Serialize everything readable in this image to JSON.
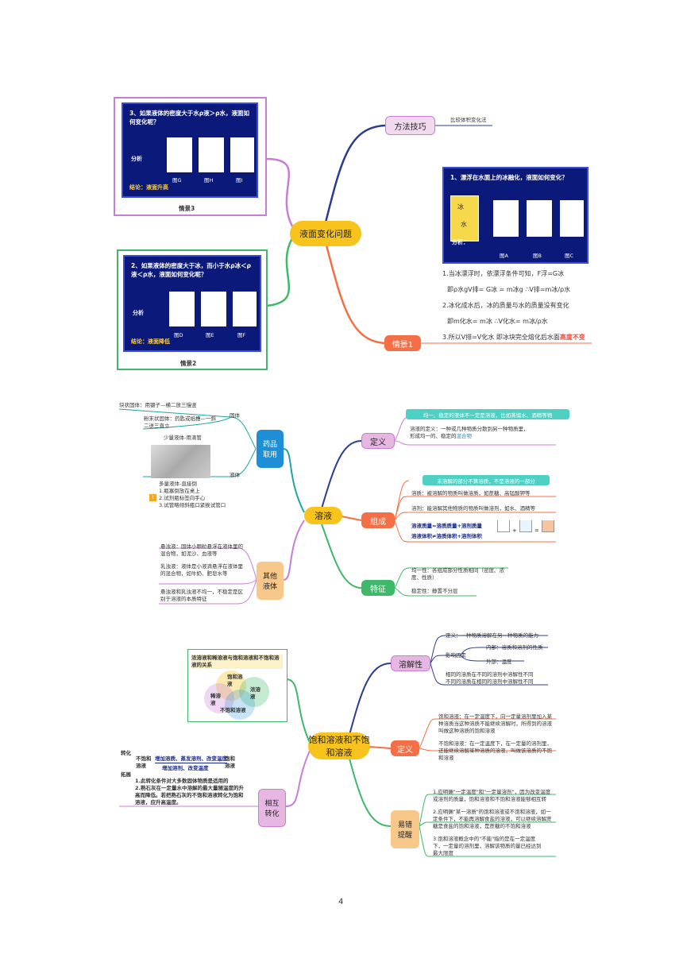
{
  "page_number": "4",
  "s1": {
    "center": "液面变化问题",
    "method": {
      "label": "方法技巧",
      "leaf": "比较体积变化法"
    },
    "scene1": {
      "label": "情景1",
      "slide_q": "1、漂浮在水面上的冰融化，液面如何变化？",
      "slide_ice": "冰",
      "slide_water": "水",
      "slide_fx": "分析：",
      "figs": [
        "图A",
        "图B",
        "图C"
      ],
      "lines": [
        "1.当冰漂浮时，依漂浮条件可知，F浮=G冰",
        "即ρ水gV排= G冰 = m冰g    ∴V排=m冰/ρ水",
        "2.冰化成水后，冰的质量与水的质量没有变化",
        "即m化水= m冰           ∴V化水= m冰/ρ水"
      ],
      "line3_pre": "3.所以V排=V化水  即冰块完全熔化后水面",
      "line3_hl": "高度不变"
    },
    "scene3": {
      "label": "情景3",
      "slide_q": "3、如果液体的密度大于水ρ液＞ρ水，液面如何变化呢？",
      "slide_fx": "分析",
      "slide_jl": "结论：液面升高",
      "figs": [
        "图G",
        "图H",
        "图I"
      ]
    },
    "scene2": {
      "label": "情景2",
      "slide_q": "2、如果液体的密度大于冰，而小于水ρ冰＜ρ液＜ρ水，液面如何变化呢？",
      "slide_fx": "分析",
      "slide_jl": "结论：液面降低",
      "figs": [
        "图D",
        "图E",
        "图F"
      ]
    }
  },
  "s2": {
    "center": "溶液",
    "drug": {
      "label": "药品取用",
      "solid": "固体",
      "liquid": "液体",
      "block": "块状固体：用镊子—横二放三慢竖",
      "powder": "粉末状固体：药匙或纸槽—一斜二送三直立",
      "small": "少量液体-用滴管",
      "many": [
        "多量液体-直接倒",
        "1.瓶塞倒放在桌上",
        "2.试剂瓶标签向手心",
        "3.试管略倾斜瓶口紧挨试管口"
      ]
    },
    "other": {
      "label": "其他液体",
      "items": [
        "悬浊液：固体小颗粒悬浮在液体里的混合物，如泥沙、血液等",
        "乳浊液：液体是小液滴悬浮在液体里的混合物，如牛奶、肥皂水等",
        "悬浊液和乳浊液不均一，不稳定是区别于溶液的本质特征"
      ]
    },
    "define": {
      "label": "定义",
      "pill": "均一、稳定的液体不一定是溶液，比如蒸馏水、酒精等物",
      "text_pre": "溶液的定义：一种或几种物质分散到另一种物质里，形成均一的、稳定的",
      "text_hl": "混合物"
    },
    "compose": {
      "label": "组成",
      "pill": "未溶解的部分不算溶质，不是溶液的一部分",
      "solute": "溶质：被溶解的物质叫做溶质，如蔗糖、高锰酸钾等",
      "solvent": "溶剂：能溶解其他物质的物质叫做溶剂，如水、酒精等",
      "f1": "溶液质量=溶质质量+溶剂质量",
      "f2": "溶液体积≠溶质体积+溶剂体积"
    },
    "feature": {
      "label": "特征",
      "uniform": "均一性：各组成部分性质相同（密度、浓度、性质）",
      "stable": "稳定性：静置不分层"
    }
  },
  "s3": {
    "center": "饱和溶液和不饱和溶液",
    "venn": {
      "title": "浓溶液和稀溶液与饱和溶液和不饱和溶液的关系",
      "labels": [
        "饱和溶液",
        "浓溶液",
        "稀溶液",
        "不饱和溶液"
      ]
    },
    "solubility": {
      "label": "溶解性",
      "def": "定义：一种物质溶解在另一种物质的能力",
      "factor": "影响因素",
      "inner": "内部：溶质和溶剂的性质",
      "outer": "外部：温度",
      "same": "相同的溶质在不同的溶剂中溶解性不同",
      "diff": "不同的溶质在相同的溶剂中溶解性不同"
    },
    "define": {
      "label": "定义",
      "sat": "饱和溶液：在一定温度下，向一定量溶剂里加入某种溶质当这种溶质不能继续溶解时，所得到的溶液叫做这种溶质的饱和溶液",
      "unsat": "不饱和溶液：在一定温度下，在一定量的溶剂里，还能继续溶解某种溶质的溶液，叫做该溶质的不饱和溶液"
    },
    "mutual": {
      "label": "相互转化",
      "zh": "转化",
      "tz": "拓展",
      "unsat": "不饱和溶液",
      "sat": "饱和溶液",
      "top": "增加溶质、蒸发溶剂、改变温度",
      "bottom": "增加溶剂、改变温度",
      "n1": "1.此转化条件对大多数固体物质是适用的",
      "n2": "2.熟石灰在一定量水中溶解的最大量随温度的升高而降低。若把熟石灰的不饱和溶液转化为饱和溶液，应升高温度。"
    },
    "error": {
      "label": "易错提醒",
      "e1": "1.应明确\"一定温度\"和\"一定量溶剂\"，因为改变温度或溶剂的质量，饱和溶液和不饱和溶液能够相互转",
      "e2": "2.应明确\"某一溶质\"的饱和溶液或不饱和溶液，如一定条件下，不能再溶解食盐的溶液，可以继续溶解蔗糖是食盐的饱和溶液，是蔗糖的不饱和溶液",
      "e3": "3.饱和溶液概念中的\"不能\"指的是在一定温度下，一定量的溶剂里，溶解该物质的量已经达到最大限度"
    }
  },
  "colors": {
    "center": "#f7c31c",
    "purple": "#c77fd6",
    "orange": "#f46f46",
    "green": "#3fb86a",
    "teal": "#1ea6a0",
    "navy": "#2c3d8f"
  }
}
